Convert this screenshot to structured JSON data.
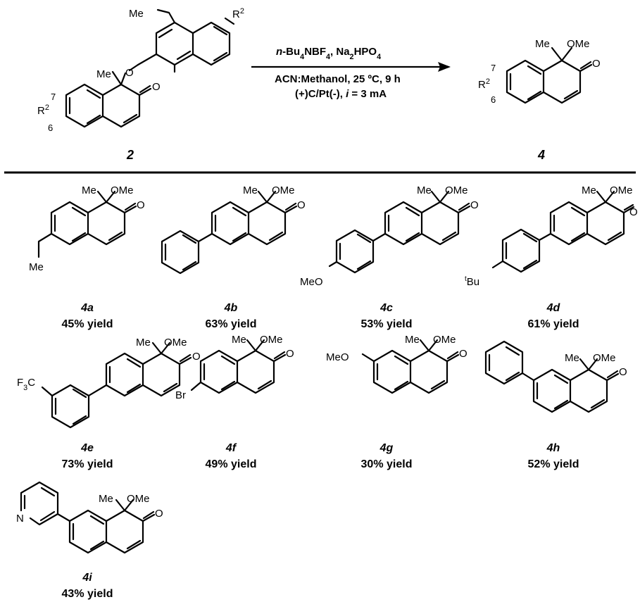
{
  "reaction": {
    "reactant_label": "2",
    "product_label": "4",
    "conditions_line1_prefix": "n",
    "conditions_line1": "-Bu4NBF4, Na2HPO4",
    "conditions_line2": "ACN:Methanol, 25 ºC, 9 h",
    "conditions_line3_prefix": "(+)C/Pt(-), ",
    "conditions_line3_var": "i",
    "conditions_line3_suffix": " = 3 mA"
  },
  "atoms": {
    "me": "Me",
    "ome": "OMe",
    "o": "O",
    "r": "R",
    "two": "2",
    "pos7": "7",
    "pos6": "6",
    "meo": "MeO",
    "br": "Br",
    "n": "N",
    "f3c": "F3C",
    "tbu": "tBu"
  },
  "products": [
    {
      "label": "4a",
      "yield": "45% yield"
    },
    {
      "label": "4b",
      "yield": "63% yield"
    },
    {
      "label": "4c",
      "yield": "53% yield"
    },
    {
      "label": "4d",
      "yield": "61% yield"
    },
    {
      "label": "4e",
      "yield": "73% yield"
    },
    {
      "label": "4f",
      "yield": "49% yield"
    },
    {
      "label": "4g",
      "yield": "30% yield"
    },
    {
      "label": "4h",
      "yield": "52% yield"
    },
    {
      "label": "4i",
      "yield": "43% yield"
    }
  ]
}
